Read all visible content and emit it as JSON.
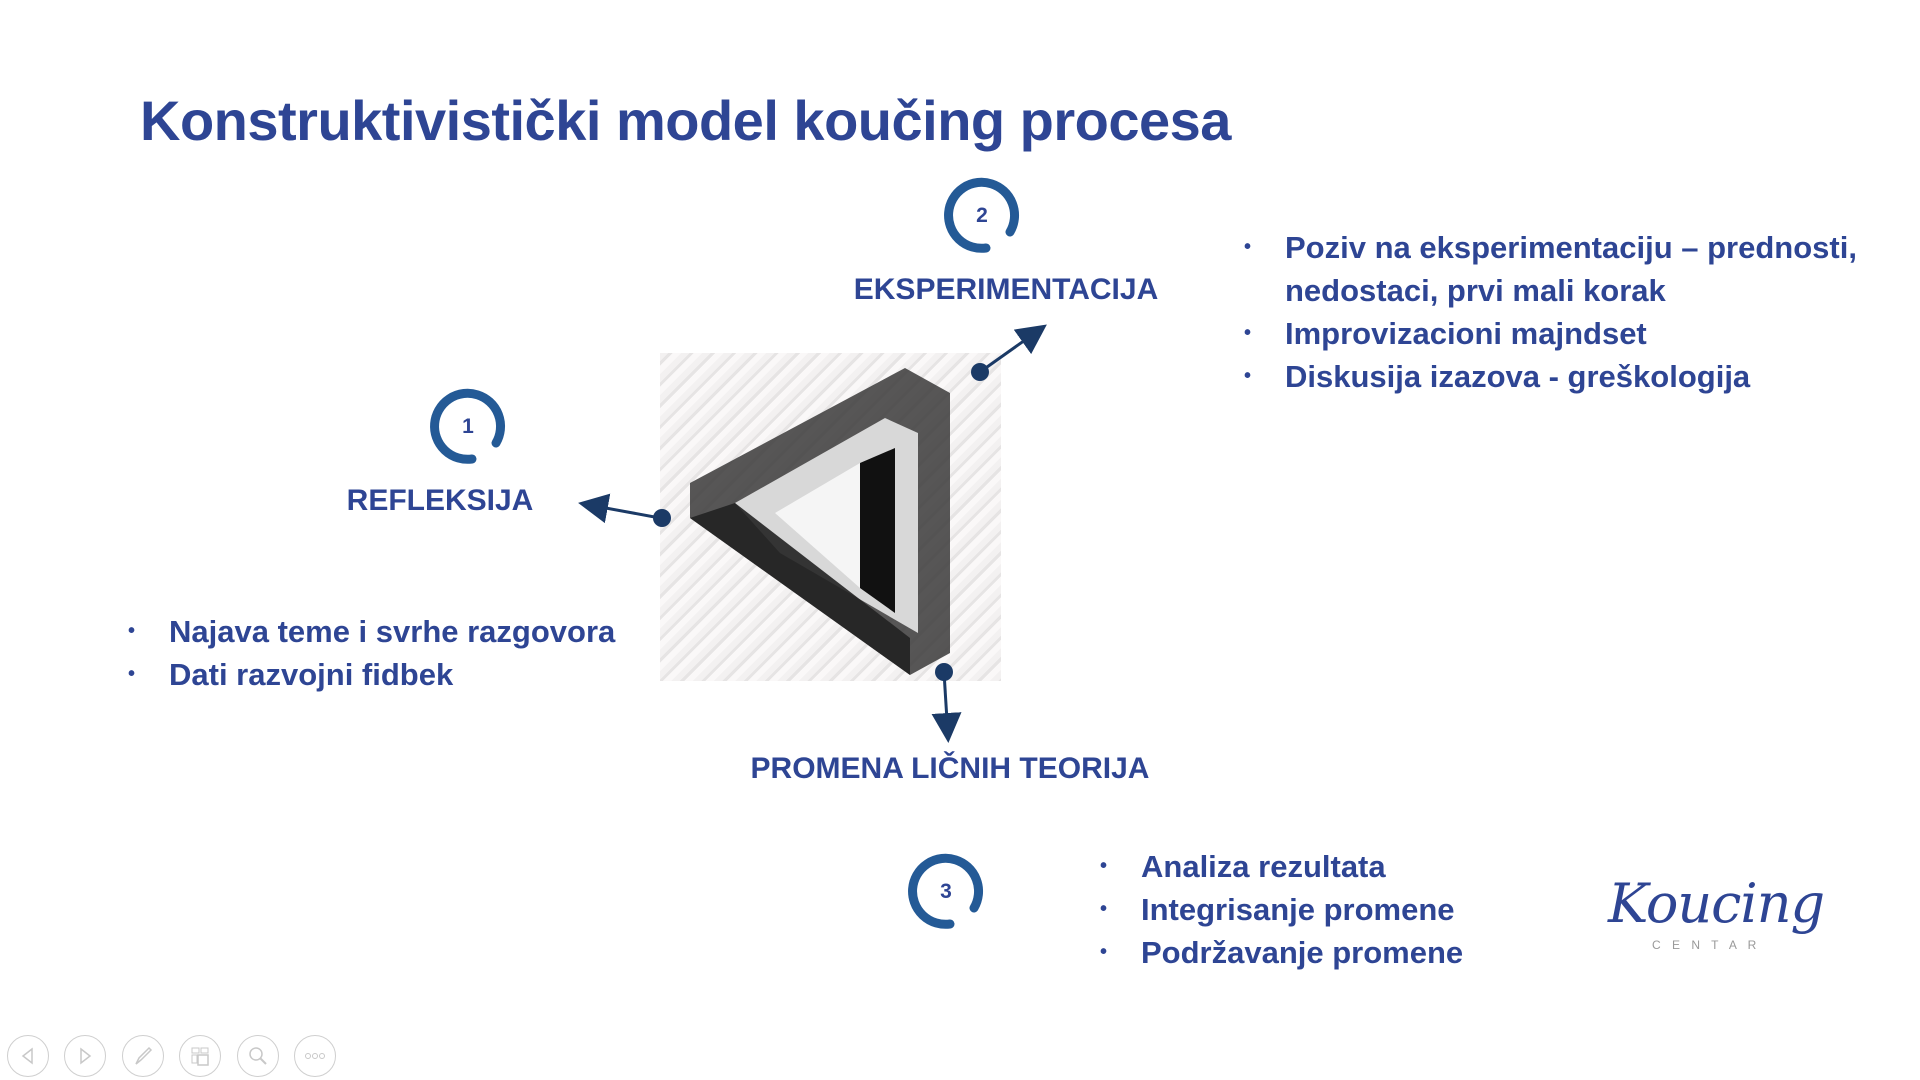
{
  "slide": {
    "title": "Konstruktivistički model koučing procesa",
    "stages": [
      {
        "number": "1",
        "label": "REFLEKSIJA",
        "bullets": [
          "Najava teme i svrhe razgovora",
          "Dati razvojni fidbek"
        ]
      },
      {
        "number": "2",
        "label": "EKSPERIMENTACIJA",
        "bullets": [
          "Poziv na eksperimentaciju – prednosti, nedostaci, prvi mali korak",
          "Improvizacioni majndset",
          "Diskusija izazova - greškologija"
        ]
      },
      {
        "number": "3",
        "label": "PROMENA LIČNIH TEORIJA",
        "bullets": [
          "Analiza rezultata",
          "Integrisanje promene",
          "Podržavanje promene"
        ]
      }
    ],
    "logo": {
      "name": "Koucing",
      "sub": "C E N T A R"
    }
  },
  "colors": {
    "text": "#2e4594",
    "enso": "#245a96",
    "arrow": "#1b3a66"
  },
  "toolbar": [
    "previous-icon",
    "next-icon",
    "pen-icon",
    "slides-icon",
    "zoom-icon",
    "more-icon"
  ]
}
